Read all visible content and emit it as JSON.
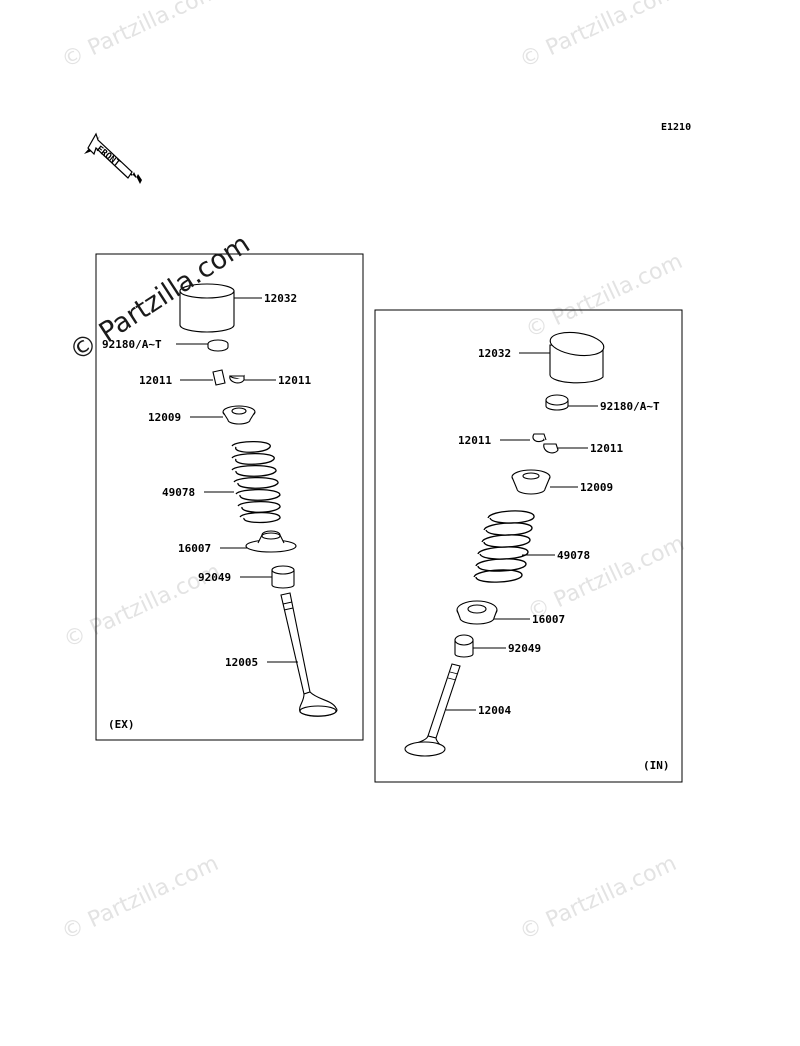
{
  "watermark": "© Partzilla.com",
  "diagram_code": "E1210",
  "front_label": "FRONT",
  "exhaust": {
    "tag": "(EX)",
    "labels": {
      "tappet": "12032",
      "shim": "92180/A~T",
      "cotter_left": "12011",
      "cotter_right": "12011",
      "retainer": "12009",
      "spring": "49078",
      "seat": "16007",
      "seal": "92049",
      "valve": "12005"
    }
  },
  "intake": {
    "tag": "(IN)",
    "labels": {
      "tappet": "12032",
      "shim": "92180/A~T",
      "cotter_left": "12011",
      "cotter_right": "12011",
      "retainer": "12009",
      "spring": "49078",
      "seat": "16007",
      "seal": "92049",
      "valve": "12004"
    }
  }
}
